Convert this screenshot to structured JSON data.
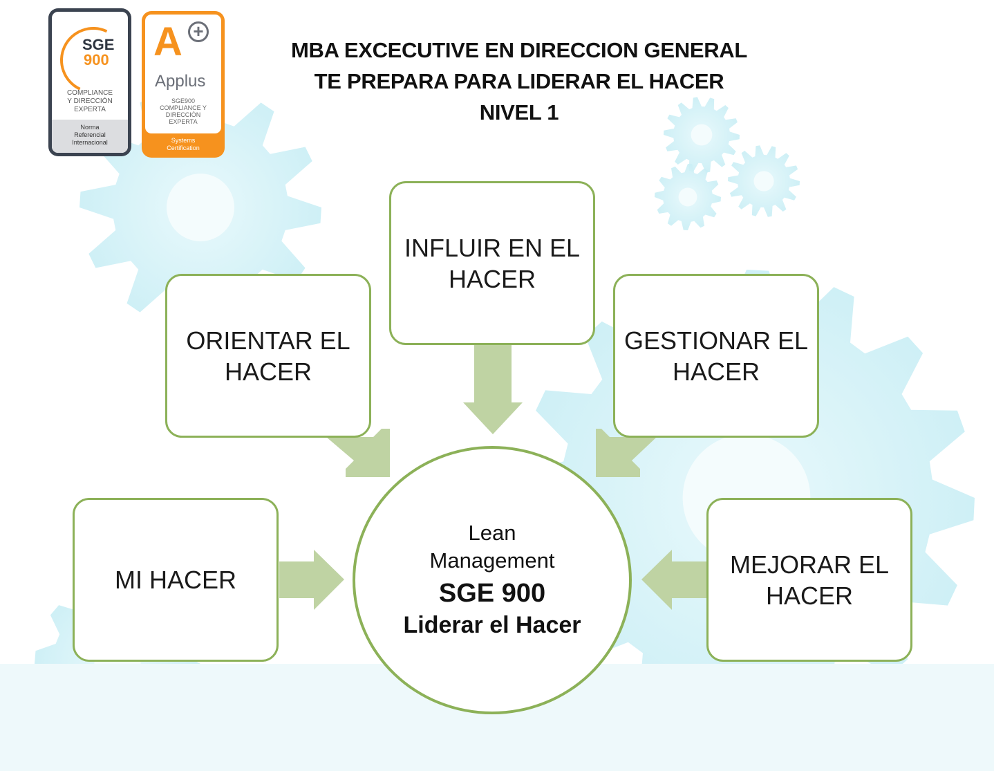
{
  "title": {
    "line1": "MBA EXCECUTIVE EN DIRECCION GENERAL",
    "line2": "TE PREPARA  PARA LIDERAR EL HACER",
    "line3": "NIVEL 1"
  },
  "badges": {
    "sge": {
      "word": "SGE",
      "number": "900",
      "line1": "COMPLIANCE",
      "line2": "Y DIRECCIÓN",
      "line3": "EXPERTA",
      "foot1": "Norma",
      "foot2": "Referencial",
      "foot3": "Internacional"
    },
    "applus": {
      "letter": "A",
      "plus": "+",
      "word": "Applus",
      "line1": "SGE900",
      "line2": "COMPLIANCE Y",
      "line3": "DIRECCIÓN",
      "line4": "EXPERTA",
      "foot1": "Systems",
      "foot2": "Certification"
    }
  },
  "nodes": {
    "influir": "INFLUIR EN EL\nHACER",
    "orientar": "ORIENTAR EL\nHACER",
    "gestionar": "GESTIONAR EL\nHACER",
    "mi_hacer": "MI HACER",
    "mejorar": "MEJORAR EL\nHACER"
  },
  "center": {
    "line1": "Lean",
    "line2": "Management",
    "line3": "SGE 900",
    "line4": "Liderar el Hacer"
  },
  "colors": {
    "border": "#8cb158",
    "arrow": "#bfd3a3",
    "gear": "#d3f1f6",
    "orange": "#f6921e",
    "slate": "#3b4350"
  }
}
